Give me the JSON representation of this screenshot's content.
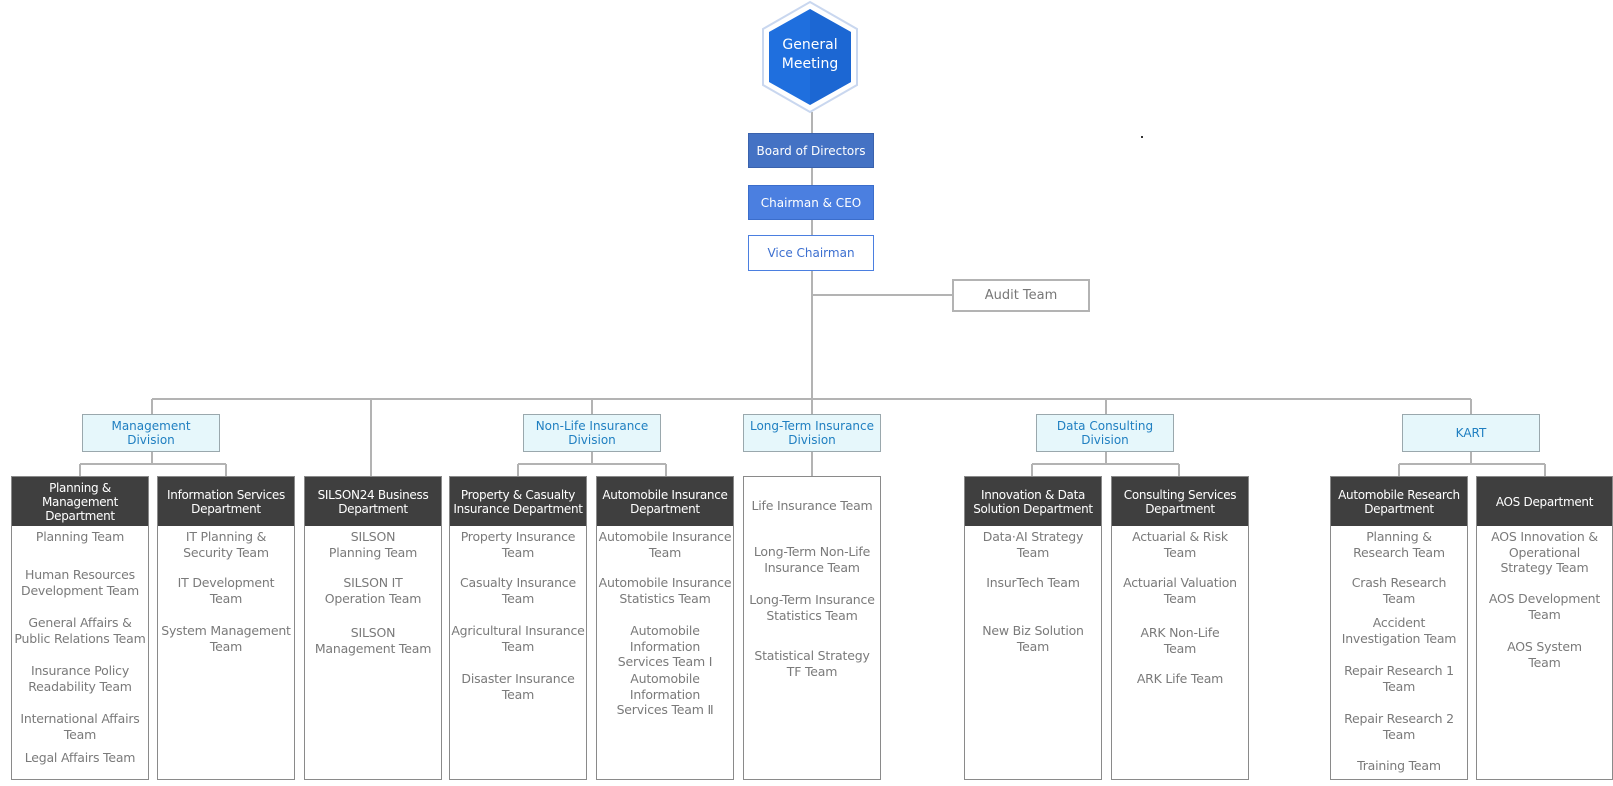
{
  "top": {
    "general_meeting": "General\nMeeting",
    "board": "Board of Directors",
    "ceo": "Chairman & CEO",
    "vice": "Vice Chairman",
    "audit": "Audit Team"
  },
  "colors": {
    "hex_fill": "#1f6fde",
    "board": "#4472c4",
    "ceo": "#4b7fe0",
    "division_fill": "#e6f7fb",
    "division_text": "#1f7fc1",
    "dept_header": "#3f3f3f",
    "team_text": "#7a7a7a",
    "connector": "#b3b3b3"
  },
  "divisions": [
    {
      "label": "Management\nDivision"
    },
    {
      "label": "Non-Life Insurance\nDivision"
    },
    {
      "label": "Long-Term Insurance\nDivision"
    },
    {
      "label": "Data Consulting\nDivision"
    },
    {
      "label": "KART"
    }
  ],
  "departments": [
    {
      "name": "Planning & Management\nDepartment",
      "teams": [
        "Planning Team",
        "Human Resources\nDevelopment Team",
        "General Affairs &\nPublic Relations Team",
        "Insurance Policy\nReadability Team",
        "International Affairs\nTeam",
        "Legal Affairs Team"
      ]
    },
    {
      "name": "Information Services\nDepartment",
      "teams": [
        "IT Planning &\nSecurity Team",
        "IT Development\nTeam",
        "System Management\nTeam"
      ]
    },
    {
      "name": "SILSON24 Business\nDepartment",
      "teams": [
        "SILSON\nPlanning Team",
        "SILSON IT\nOperation Team",
        "SILSON\nManagement Team"
      ]
    },
    {
      "name": "Property & Casualty\nInsurance Department",
      "teams": [
        "Property Insurance\nTeam",
        "Casualty Insurance\nTeam",
        "Agricultural Insurance\nTeam",
        "Disaster Insurance\nTeam"
      ]
    },
    {
      "name": "Automobile Insurance\nDepartment",
      "teams": [
        "Automobile Insurance\nTeam",
        "Automobile Insurance\nStatistics Team",
        "Automobile Information\nServices Team Ⅰ",
        "Automobile Information\nServices Team Ⅱ"
      ]
    },
    {
      "name": "",
      "teams": [
        "Life Insurance Team",
        "Long-Term Non-Life\nInsurance Team",
        "Long-Term Insurance\nStatistics Team",
        "Statistical Strategy\nTF Team"
      ]
    },
    {
      "name": "Innovation & Data\nSolution Department",
      "teams": [
        "Data·AI Strategy\nTeam",
        "InsurTech Team",
        "New Biz Solution\nTeam"
      ]
    },
    {
      "name": "Consulting Services\nDepartment",
      "teams": [
        "Actuarial & Risk\nTeam",
        "Actuarial Valuation\nTeam",
        "ARK Non-Life\nTeam",
        "ARK Life Team"
      ]
    },
    {
      "name": "Automobile Research\nDepartment",
      "teams": [
        "Planning &\nResearch Team",
        "Crash Research\nTeam",
        "Accident\nInvestigation Team",
        "Repair Research 1\nTeam",
        "Repair Research 2\nTeam",
        "Training Team"
      ]
    },
    {
      "name": "AOS Department",
      "teams": [
        "AOS Innovation &\nOperational\nStrategy Team",
        "AOS Development\nTeam",
        "AOS System\nTeam"
      ]
    }
  ]
}
